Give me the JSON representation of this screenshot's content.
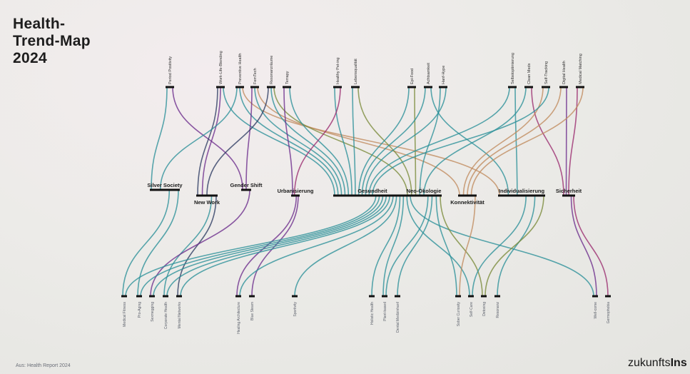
{
  "title": "Health-\nTrend-Map\n2024",
  "source": "Aus: Health Report 2024",
  "brand": {
    "main": "zukunfts",
    "end": "Ins"
  },
  "colors": {
    "teal": "#2a8f98",
    "dark_teal": "#1f6e7c",
    "purple": "#6c2c8c",
    "magenta": "#9a2a6e",
    "navy": "#2b3a62",
    "olive": "#7a8a3a",
    "tan": "#c08a5e",
    "label": "#333333",
    "bar": "#111111"
  },
  "top_trends": [
    {
      "id": "t1",
      "label": "Period Positivity"
    },
    {
      "id": "t2",
      "label": "Work-Life-Blending"
    },
    {
      "id": "t3",
      "label": "Preventive Health"
    },
    {
      "id": "t4",
      "label": "FemTech"
    },
    {
      "id": "t5",
      "label": "Resonanzräume"
    },
    {
      "id": "t6",
      "label": "Terrapy"
    },
    {
      "id": "t7",
      "label": "Healthy Pet-ing"
    },
    {
      "id": "t8",
      "label": "Lebensqualität"
    },
    {
      "id": "t9",
      "label": "Epi-Food"
    },
    {
      "id": "t10",
      "label": "Achtsamkeit"
    },
    {
      "id": "t11",
      "label": "Hanf-Hype"
    },
    {
      "id": "t12",
      "label": "Selbstoptimierung"
    },
    {
      "id": "t13",
      "label": "Clean Meds"
    },
    {
      "id": "t14",
      "label": "Self-Tracking"
    },
    {
      "id": "t15",
      "label": "Digital Health"
    },
    {
      "id": "t16",
      "label": "Medical Matching"
    }
  ],
  "megatrends": [
    {
      "id": "m1",
      "label": "Silver Society"
    },
    {
      "id": "m2",
      "label": "New Work"
    },
    {
      "id": "m3",
      "label": "Gender Shift"
    },
    {
      "id": "m4",
      "label": "Urbanisierung"
    },
    {
      "id": "m5",
      "label": "Gesundheit"
    },
    {
      "id": "m6",
      "label": "Neo-Ökologie"
    },
    {
      "id": "m7",
      "label": "Konnektivität"
    },
    {
      "id": "m8",
      "label": "Individualisierung"
    },
    {
      "id": "m9",
      "label": "Sicherheit"
    }
  ],
  "bottom_trends": [
    {
      "id": "b1",
      "label": "Medical Fitness"
    },
    {
      "id": "b2",
      "label": "Pro-Aging"
    },
    {
      "id": "b3",
      "label": "Sexmegging"
    },
    {
      "id": "b4",
      "label": "Corporate Health"
    },
    {
      "id": "b5",
      "label": "Mental Networks"
    },
    {
      "id": "b6",
      "label": "Healing Architecture"
    },
    {
      "id": "b7",
      "label": "Blue Steam"
    },
    {
      "id": "b8",
      "label": "Sportivity"
    },
    {
      "id": "b9",
      "label": "Holistic Health"
    },
    {
      "id": "b10",
      "label": "Plant-based"
    },
    {
      "id": "b11",
      "label": "Dental Medizinhanf"
    },
    {
      "id": "b12",
      "label": "Sober Curiosity"
    },
    {
      "id": "b13",
      "label": "Self-Care"
    },
    {
      "id": "b14",
      "label": "Detoxing"
    },
    {
      "id": "b15",
      "label": "Resonanz"
    },
    {
      "id": "b16",
      "label": "Well-come"
    },
    {
      "id": "b17",
      "label": "Germophobia"
    }
  ],
  "links": [
    {
      "from": "t1",
      "to": "m1",
      "color": "teal"
    },
    {
      "from": "t1",
      "to": "m3",
      "color": "purple"
    },
    {
      "from": "t2",
      "to": "m2",
      "color": "navy"
    },
    {
      "from": "t2",
      "to": "m2",
      "color": "purple"
    },
    {
      "from": "t2",
      "to": "m5",
      "color": "teal"
    },
    {
      "from": "t3",
      "to": "m1",
      "color": "teal"
    },
    {
      "from": "t3",
      "to": "m5",
      "color": "teal"
    },
    {
      "from": "t3",
      "to": "m8",
      "color": "tan"
    },
    {
      "from": "t4",
      "to": "m3",
      "color": "purple"
    },
    {
      "from": "t4",
      "to": "m5",
      "color": "teal"
    },
    {
      "from": "t4",
      "to": "m7",
      "color": "tan"
    },
    {
      "from": "t5",
      "to": "m2",
      "color": "navy"
    },
    {
      "from": "t5",
      "to": "m5",
      "color": "teal"
    },
    {
      "from": "t5",
      "to": "m6",
      "color": "olive"
    },
    {
      "from": "t6",
      "to": "m4",
      "color": "purple"
    },
    {
      "from": "t6",
      "to": "m5",
      "color": "teal"
    },
    {
      "from": "t7",
      "to": "m5",
      "color": "teal"
    },
    {
      "from": "t7",
      "to": "m4",
      "color": "magenta"
    },
    {
      "from": "t8",
      "to": "m5",
      "color": "teal"
    },
    {
      "from": "t8",
      "to": "m6",
      "color": "olive"
    },
    {
      "from": "t9",
      "to": "m5",
      "color": "teal"
    },
    {
      "from": "t9",
      "to": "m6",
      "color": "olive"
    },
    {
      "from": "t10",
      "to": "m5",
      "color": "teal"
    },
    {
      "from": "t10",
      "to": "m8",
      "color": "teal"
    },
    {
      "from": "t11",
      "to": "m6",
      "color": "teal"
    },
    {
      "from": "t11",
      "to": "m5",
      "color": "teal"
    },
    {
      "from": "t12",
      "to": "m5",
      "color": "teal"
    },
    {
      "from": "t12",
      "to": "m8",
      "color": "teal"
    },
    {
      "from": "t13",
      "to": "m6",
      "color": "teal"
    },
    {
      "from": "t13",
      "to": "m9",
      "color": "magenta"
    },
    {
      "from": "t14",
      "to": "m7",
      "color": "tan"
    },
    {
      "from": "t14",
      "to": "m5",
      "color": "teal"
    },
    {
      "from": "t15",
      "to": "m7",
      "color": "tan"
    },
    {
      "from": "t15",
      "to": "m9",
      "color": "purple"
    },
    {
      "from": "t16",
      "to": "m9",
      "color": "magenta"
    },
    {
      "from": "t16",
      "to": "m7",
      "color": "tan"
    },
    {
      "from": "m1",
      "to": "b1",
      "color": "teal"
    },
    {
      "from": "m1",
      "to": "b2",
      "color": "teal"
    },
    {
      "from": "m2",
      "to": "b4",
      "color": "teal"
    },
    {
      "from": "m2",
      "to": "b5",
      "color": "navy"
    },
    {
      "from": "m3",
      "to": "b3",
      "color": "purple"
    },
    {
      "from": "m4",
      "to": "b6",
      "color": "purple"
    },
    {
      "from": "m4",
      "to": "b7",
      "color": "purple"
    },
    {
      "from": "m5",
      "to": "b1",
      "color": "teal"
    },
    {
      "from": "m5",
      "to": "b2",
      "color": "teal"
    },
    {
      "from": "m5",
      "to": "b3",
      "color": "teal"
    },
    {
      "from": "m5",
      "to": "b4",
      "color": "teal"
    },
    {
      "from": "m5",
      "to": "b5",
      "color": "teal"
    },
    {
      "from": "m5",
      "to": "b6",
      "color": "teal"
    },
    {
      "from": "m5",
      "to": "b8",
      "color": "teal"
    },
    {
      "from": "m5",
      "to": "b9",
      "color": "teal"
    },
    {
      "from": "m5",
      "to": "b10",
      "color": "teal"
    },
    {
      "from": "m5",
      "to": "b13",
      "color": "teal"
    },
    {
      "from": "m5",
      "to": "b16",
      "color": "teal"
    },
    {
      "from": "m6",
      "to": "b10",
      "color": "teal"
    },
    {
      "from": "m6",
      "to": "b11",
      "color": "teal"
    },
    {
      "from": "m6",
      "to": "b12",
      "color": "teal"
    },
    {
      "from": "m6",
      "to": "b14",
      "color": "olive"
    },
    {
      "from": "m7",
      "to": "b12",
      "color": "tan"
    },
    {
      "from": "m8",
      "to": "b13",
      "color": "teal"
    },
    {
      "from": "m8",
      "to": "b15",
      "color": "teal"
    },
    {
      "from": "m8",
      "to": "b14",
      "color": "olive"
    },
    {
      "from": "m9",
      "to": "b16",
      "color": "purple"
    },
    {
      "from": "m9",
      "to": "b17",
      "color": "magenta"
    }
  ]
}
